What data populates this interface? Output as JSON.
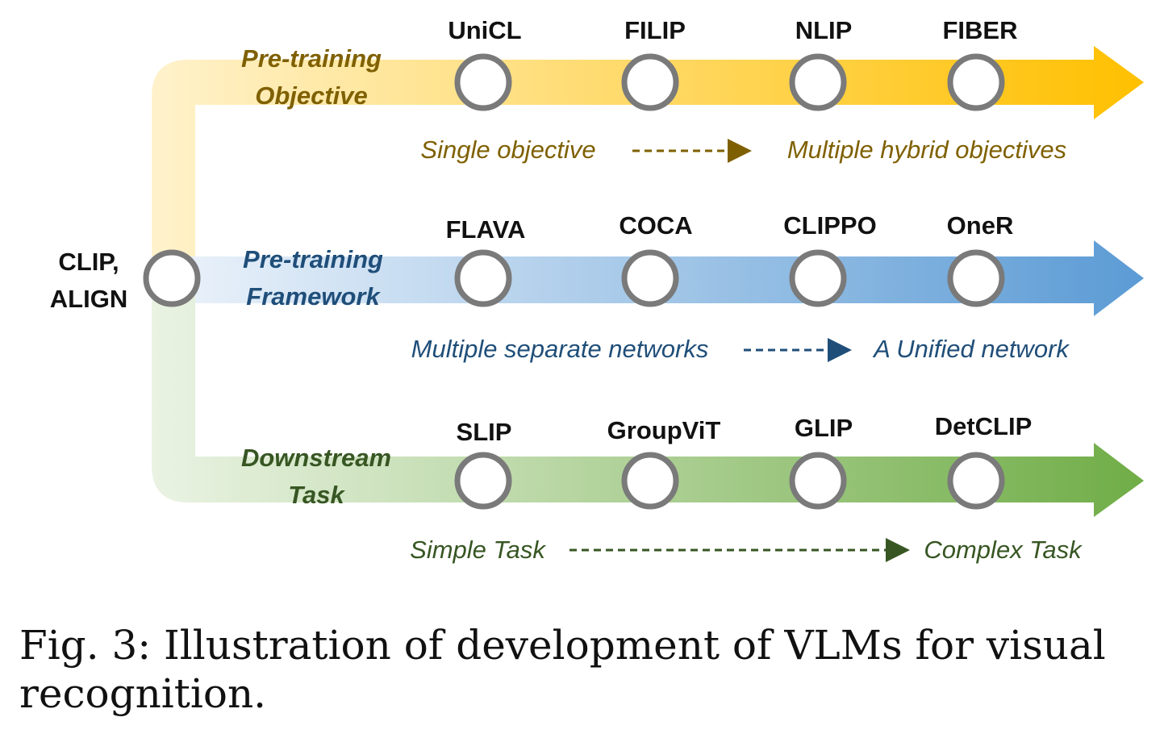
{
  "caption": "Fig. 3: Illustration of development of VLMs for visual recognition.",
  "root": {
    "lines": [
      "CLIP,",
      "ALIGN"
    ]
  },
  "colors": {
    "objective": "#FFC000",
    "objective_text": "#7F6000",
    "framework": "#5B9BD5",
    "framework_text": "#1F4E79",
    "task": "#70AD47",
    "task_text": "#375623",
    "node_stroke": "#7A7A7A"
  },
  "tracks": [
    {
      "id": "objective",
      "label": [
        "Pre-training",
        "Objective"
      ],
      "nodes": [
        "UniCL",
        "FILIP",
        "NLIP",
        "FIBER"
      ],
      "trend_from": "Single objective",
      "trend_to": "Multiple hybrid objectives"
    },
    {
      "id": "framework",
      "label": [
        "Pre-training",
        "Framework"
      ],
      "nodes": [
        "FLAVA",
        "COCA",
        "CLIPPO",
        "OneR"
      ],
      "trend_from": "Multiple separate networks",
      "trend_to": "A Unified network"
    },
    {
      "id": "task",
      "label": [
        "Downstream",
        "Task"
      ],
      "nodes": [
        "SLIP",
        "GroupViT",
        "GLIP",
        "DetCLIP"
      ],
      "trend_from": "Simple Task",
      "trend_to": "Complex Task"
    }
  ]
}
